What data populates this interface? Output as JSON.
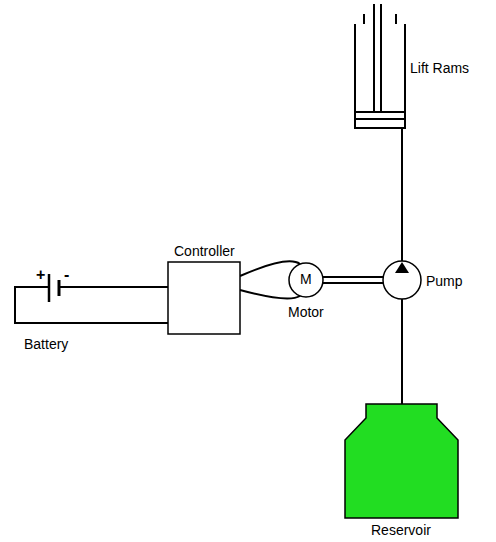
{
  "diagram": {
    "nodes": [
      {
        "text": [
          "Lift Rams"
        ]
      },
      {
        "text": [
          "Controller"
        ]
      },
      {
        "text": [
          "+",
          "-",
          "Battery"
        ]
      },
      {
        "text": [
          "M",
          "Motor"
        ]
      },
      {
        "text": [
          "Pump"
        ]
      },
      {
        "text": [
          "Reservoir"
        ]
      }
    ],
    "edges": [
      {
        "from": 2,
        "to": 1,
        "arrow": "none"
      },
      {
        "from": 1,
        "to": 3,
        "arrow": "none"
      },
      {
        "from": 3,
        "to": 4,
        "arrow": "none"
      },
      {
        "from": 5,
        "to": 4,
        "arrow": "none"
      },
      {
        "from": 4,
        "to": 0,
        "arrow": "none"
      }
    ]
  }
}
